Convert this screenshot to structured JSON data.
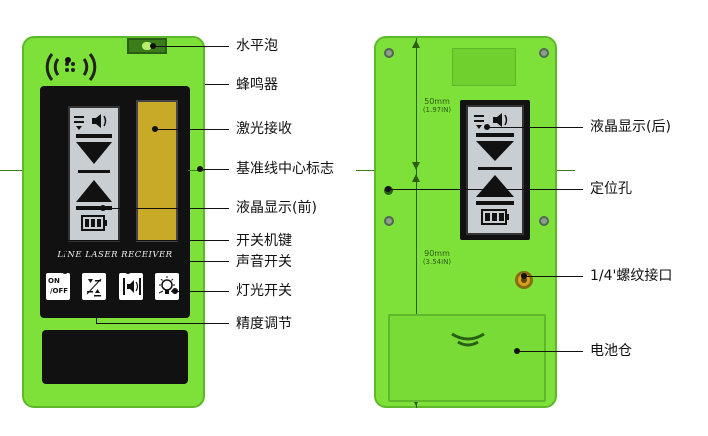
{
  "front": {
    "panel_text": "LINE LASER RECEIVER",
    "on_label": "ON",
    "off_label": "/OFF"
  },
  "back": {
    "dim_top": "50mm",
    "dim_top_in": "(1.97IN)",
    "dim_bottom": "90mm",
    "dim_bottom_in": "(3.54IN)"
  },
  "labels": {
    "level_bubble": "水平泡",
    "buzzer": "蜂鸣器",
    "laser_receiver": "激光接收",
    "center_mark": "基准线中心标志",
    "lcd_front": "液晶显示(前)",
    "power_key": "开关机键",
    "sound_switch": "声音开关",
    "light_switch": "灯光开关",
    "precision_adjust": "精度调节",
    "lcd_back": "液晶显示(后)",
    "positioning_hole": "定位孔",
    "screw_mount": "1/4'螺纹接口",
    "battery_compartment": "电池仓"
  },
  "colors": {
    "body_green": "#7ee13a",
    "line_dark_green": "#2a5e14"
  }
}
